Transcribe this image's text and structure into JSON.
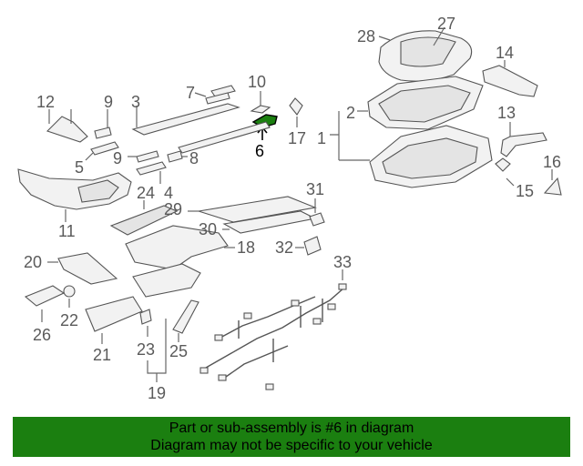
{
  "callouts": {
    "c1": "1",
    "c2": "2",
    "c3": "3",
    "c4": "4",
    "c5": "5",
    "c6": "6",
    "c7": "7",
    "c8": "8",
    "c9a": "9",
    "c9b": "9",
    "c10": "10",
    "c11": "11",
    "c12": "12",
    "c13": "13",
    "c14": "14",
    "c15": "15",
    "c16": "16",
    "c17": "17",
    "c18": "18",
    "c19": "19",
    "c20": "20",
    "c21": "21",
    "c22": "22",
    "c23": "23",
    "c24": "24",
    "c25": "25",
    "c26": "26",
    "c27": "27",
    "c28": "28",
    "c29": "29",
    "c30": "30",
    "c31": "31",
    "c32": "32",
    "c33": "33"
  },
  "highlight": {
    "part_number": "6",
    "color": "#1b7f10"
  },
  "banner": {
    "line1": "Part or sub-assembly is #6 in diagram",
    "line2": "Diagram may not be specific to your vehicle",
    "color": "#1b7f10"
  }
}
